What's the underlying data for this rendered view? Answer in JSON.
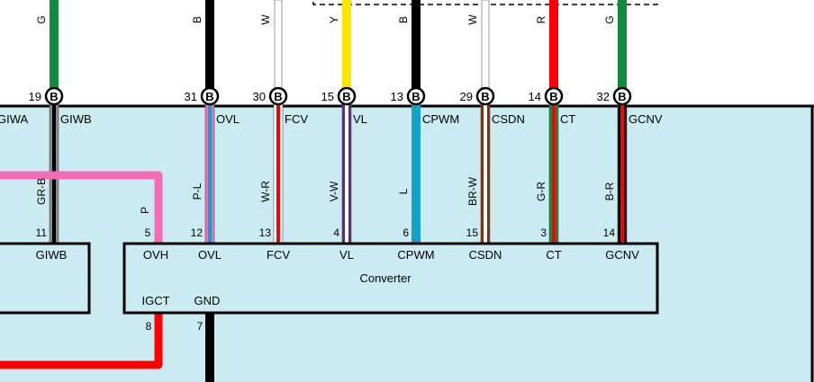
{
  "colors": {
    "panel_bg": "#cbebf2",
    "outline": "#000000",
    "green": "#118a3c",
    "black": "#000000",
    "white": "#ffffff",
    "wire_edge": "#9a9a9a",
    "yellow": "#ffe600",
    "red": "#ff0000",
    "pink": "#f56bb5",
    "blue": "#12a2cc",
    "purple": "#5a2a8c",
    "brown": "#8b2a0a",
    "gray": "#8a8a8a"
  },
  "top_wires": [
    {
      "code": "G",
      "pin": "19",
      "colors": [
        "green"
      ]
    },
    {
      "code": "B",
      "pin": "31",
      "colors": [
        "black"
      ]
    },
    {
      "code": "W",
      "pin": "30",
      "colors": [
        "white"
      ]
    },
    {
      "code": "Y",
      "pin": "15",
      "colors": [
        "yellow"
      ]
    },
    {
      "code": "B",
      "pin": "13",
      "colors": [
        "black"
      ]
    },
    {
      "code": "W",
      "pin": "29",
      "colors": [
        "white"
      ]
    },
    {
      "code": "R",
      "pin": "14",
      "colors": [
        "red"
      ]
    },
    {
      "code": "G",
      "pin": "32",
      "colors": [
        "green"
      ]
    }
  ],
  "connector_letter": "B",
  "lower_wires": [
    {
      "signal": "GIWB",
      "code": "GR-B",
      "pin": "11",
      "colors": [
        "gray",
        "black"
      ]
    },
    {
      "signal": "OVL",
      "code": "P-L",
      "pin": "12",
      "colors": [
        "pink",
        "blue"
      ]
    },
    {
      "signal": "FCV",
      "code": "W-R",
      "pin": "13",
      "colors": [
        "white",
        "red"
      ]
    },
    {
      "signal": "VL",
      "code": "V-W",
      "pin": "4",
      "colors": [
        "purple",
        "white"
      ]
    },
    {
      "signal": "CPWM",
      "code": "L",
      "pin": "6",
      "colors": [
        "blue"
      ]
    },
    {
      "signal": "CSDN",
      "code": "BR-W",
      "pin": "15",
      "colors": [
        "brown",
        "white"
      ]
    },
    {
      "signal": "CT",
      "code": "G-R",
      "pin": "3",
      "colors": [
        "green",
        "red"
      ]
    },
    {
      "signal": "GCNV",
      "code": "B-R",
      "pin": "14",
      "colors": [
        "black",
        "red"
      ]
    }
  ],
  "left_cut_label": "GIWA",
  "pink_wire": {
    "code": "P",
    "pin": "5",
    "signal": "OVH",
    "colors": [
      "pink"
    ]
  },
  "converter": {
    "name": "Converter",
    "bottom_pins": [
      {
        "signal": "IGCT",
        "pin": "8",
        "colors": [
          "red"
        ]
      },
      {
        "signal": "GND",
        "pin": "7",
        "colors": [
          "black"
        ]
      }
    ]
  }
}
